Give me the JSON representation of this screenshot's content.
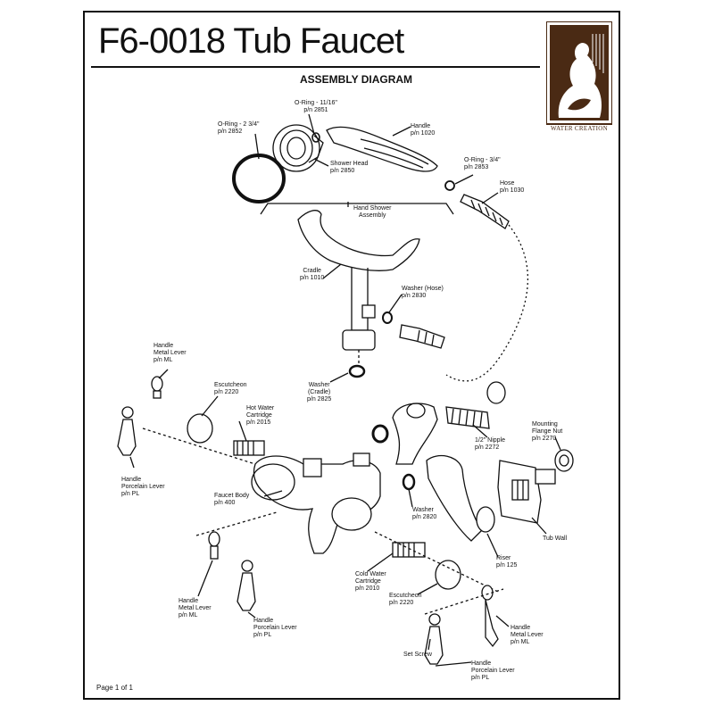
{
  "title": "F6-0018 Tub Faucet",
  "subtitle": "ASSEMBLY DIAGRAM",
  "logo_text": "WATER CREATION",
  "footer": "Page 1 of 1",
  "colors": {
    "logo_brown": "#4a2a14",
    "line": "#111111"
  },
  "labels": {
    "oring_1116": [
      "O-Ring - 11/16\"",
      "p/n 2851"
    ],
    "oring_234": [
      "O-Ring - 2 3/4\"",
      "p/n 2852"
    ],
    "handle_1020": [
      "Handle",
      "p/n 1020"
    ],
    "oring_34": [
      "O-Ring - 3/4\"",
      "p/n 2853"
    ],
    "shower_head": [
      "Shower Head",
      "p/n 2850"
    ],
    "hose": [
      "Hose",
      "p/n 1030"
    ],
    "hand_shower": [
      "Hand Shower",
      "Assembly"
    ],
    "cradle": [
      "Cradle",
      "p/n 1010"
    ],
    "washer_hose": [
      "Washer (Hose)",
      "p/n 2830"
    ],
    "washer_cradle": [
      "Washer",
      "(Cradle)",
      "p/n 2825"
    ],
    "handle_metal_top": [
      "Handle",
      "Metal Lever",
      "p/n ML"
    ],
    "escutcheon_top": [
      "Escutcheon",
      "p/n 2220"
    ],
    "hot_cartridge": [
      "Hot Water",
      "Cartridge",
      "p/n 2015"
    ],
    "nipple": [
      "1/2\" Nipple",
      "p/n 2272"
    ],
    "mounting_nut": [
      "Mounting",
      "Flange Nut",
      "p/n 2270"
    ],
    "handle_porc_top": [
      "Handle",
      "Porcelain Lever",
      "p/n PL"
    ],
    "faucet_body": [
      "Faucet Body",
      "p/n 400"
    ],
    "washer_2820": [
      "Washer",
      "p/n 2820"
    ],
    "tub_wall": [
      "Tub Wall"
    ],
    "riser": [
      "Riser",
      "p/n 125"
    ],
    "cold_cartridge": [
      "Cold Water",
      "Cartridge",
      "p/n 2010"
    ],
    "escutcheon_bottom": [
      "Escutcheon",
      "p/n 2220"
    ],
    "handle_metal_left": [
      "Handle",
      "Metal Lever",
      "p/n ML"
    ],
    "handle_porc_left": [
      "Handle",
      "Porcelain Lever",
      "p/n PL"
    ],
    "handle_metal_right": [
      "Handle",
      "Metal Lever",
      "p/n ML"
    ],
    "set_screw": [
      "Set Screw"
    ],
    "handle_porc_right": [
      "Handle",
      "Porcelain Lever",
      "p/n PL"
    ]
  }
}
